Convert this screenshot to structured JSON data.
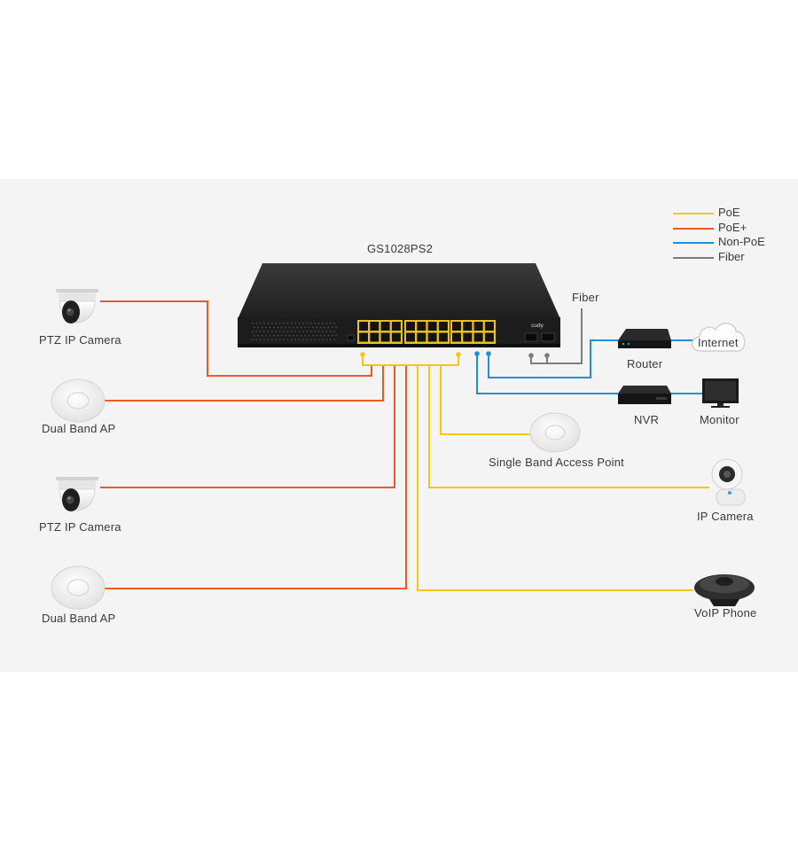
{
  "switch": {
    "model": "GS1028PS2",
    "brand": "cudy",
    "fiber_label": "Fiber"
  },
  "legend": [
    {
      "label": "PoE",
      "color": "#f5c518"
    },
    {
      "label": "PoE+",
      "color": "#ec5b24"
    },
    {
      "label": "Non-PoE",
      "color": "#1c8fd6"
    },
    {
      "label": "Fiber",
      "color": "#7d7d7d"
    }
  ],
  "devices": {
    "ptz_camera_1": "PTZ IP Camera",
    "dual_band_ap_1": "Dual Band AP",
    "ptz_camera_2": "PTZ IP Camera",
    "dual_band_ap_2": "Dual Band AP",
    "router": "Router",
    "internet": "Internet",
    "nvr": "NVR",
    "monitor": "Monitor",
    "single_band_ap": "Single Band Access Point",
    "ip_camera": "IP Camera",
    "voip_phone": "VoIP Phone"
  },
  "colors": {
    "poe": "#f5c518",
    "poe_plus": "#ec5b24",
    "non_poe": "#1c8fd6",
    "fiber": "#7d7d7d"
  }
}
